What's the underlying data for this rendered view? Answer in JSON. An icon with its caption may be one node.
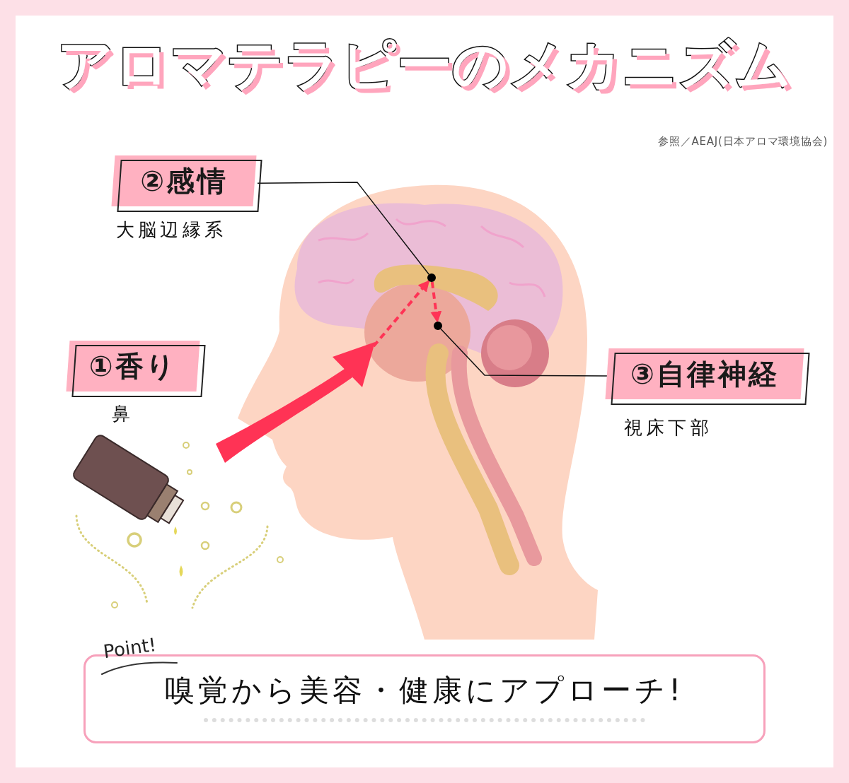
{
  "diagram": {
    "title": "アロマテラピーのメカニズム",
    "nodes": [
      {
        "text": [
          "②感情"
        ],
        "beside": [
          "大脳辺縁系"
        ]
      },
      {
        "text": [
          "①香り"
        ],
        "beside": [
          "鼻"
        ]
      },
      {
        "text": [
          "③自律神経"
        ],
        "beside": [
          "視床下部"
        ]
      },
      {
        "text": [],
        "shape": "circle"
      },
      {
        "text": [],
        "shape": "circle"
      },
      {
        "text": [
          "Point!",
          "嗅覚から美容・健康にアプローチ!"
        ]
      }
    ],
    "edges": [
      {
        "from": 0,
        "to": 3,
        "arrow": "none"
      },
      {
        "from": 2,
        "to": 4,
        "arrow": "none"
      },
      {
        "from": null,
        "to": 3,
        "arrow": "to",
        "style": "dashed",
        "color": "#ff3355"
      },
      {
        "from": 3,
        "to": 4,
        "arrow": "to",
        "style": "dashed",
        "color": "#ff3355"
      }
    ],
    "labels": [
      "参照／AEAJ(日本アロマ環境協会)"
    ]
  }
}
